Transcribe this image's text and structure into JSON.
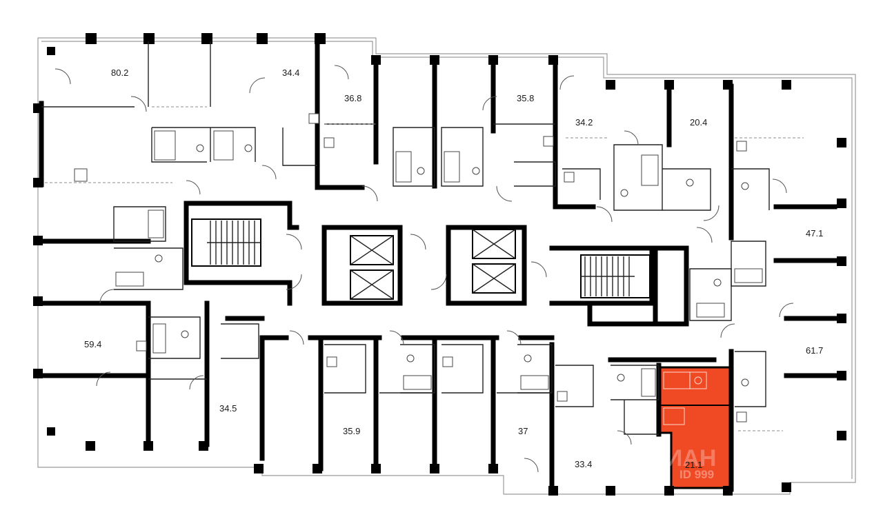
{
  "apartments": [
    {
      "id": "apt-80-2",
      "area": "80.2"
    },
    {
      "id": "apt-34-4",
      "area": "34.4"
    },
    {
      "id": "apt-36-8",
      "area": "36.8"
    },
    {
      "id": "apt-35-8",
      "area": "35.8"
    },
    {
      "id": "apt-34-2",
      "area": "34.2"
    },
    {
      "id": "apt-20-4",
      "area": "20.4"
    },
    {
      "id": "apt-47-1",
      "area": "47.1"
    },
    {
      "id": "apt-59-4",
      "area": "59.4"
    },
    {
      "id": "apt-34-5",
      "area": "34.5"
    },
    {
      "id": "apt-35-9",
      "area": "35.9"
    },
    {
      "id": "apt-37",
      "area": "37"
    },
    {
      "id": "apt-33-4",
      "area": "33.4"
    },
    {
      "id": "apt-21-1",
      "area": "21.1",
      "highlighted": true
    },
    {
      "id": "apt-61-7",
      "area": "61.7"
    }
  ],
  "highlight_color": "#f04a25",
  "watermark": {
    "text": "ЦИАН",
    "id_text": "ID 999"
  }
}
